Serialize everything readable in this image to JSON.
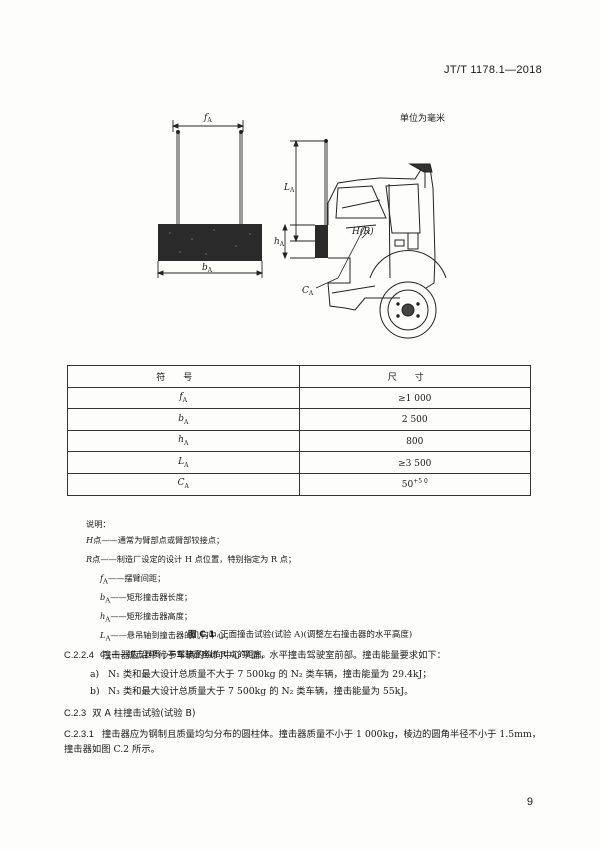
{
  "header": {
    "code": "JT/T 1178.1—2018"
  },
  "figure": {
    "unit_note": "单位为毫米",
    "labels": {
      "f": "f",
      "f_sub": "A",
      "b": "b",
      "b_sub": "A",
      "l": "L",
      "l_sub": "A",
      "h": "h",
      "h_sub": "A",
      "c": "C",
      "c_sub": "A",
      "hr": "H(R)"
    }
  },
  "table": {
    "head": [
      "符号",
      "尺寸"
    ],
    "rows": [
      {
        "sym": "f",
        "sub": "A",
        "val": "≥1 000",
        "sup": ""
      },
      {
        "sym": "b",
        "sub": "A",
        "val": "2 500",
        "sup": ""
      },
      {
        "sym": "h",
        "sub": "A",
        "val": "800",
        "sup": ""
      },
      {
        "sym": "L",
        "sub": "A",
        "val": "≥3 500",
        "sup": ""
      },
      {
        "sym": "C",
        "sub": "A",
        "val": "50",
        "sup": "+5 0"
      }
    ]
  },
  "notes": {
    "title": "说明：",
    "items": [
      {
        "sym": "H",
        "sub": "",
        "text": "点——通常为臂部点或臂部铰接点；",
        "indent": false
      },
      {
        "sym": "R",
        "sub": "",
        "text": "点——制造厂设定的设计 H 点位置，特别指定为 R 点；",
        "indent": false
      },
      {
        "sym": "f",
        "sub": "A",
        "text": "——摆臂间距；",
        "indent": true
      },
      {
        "sym": "b",
        "sub": "A",
        "text": "——矩形撞击器长度；",
        "indent": true
      },
      {
        "sym": "h",
        "sub": "A",
        "text": "——矩形撞击器高度；",
        "indent": true
      },
      {
        "sym": "L",
        "sub": "A",
        "text": "——悬吊轴到撞击器的几何中心；",
        "indent": true
      },
      {
        "sym": "C",
        "sub": "A",
        "text": "——撞击器质心与驾驶员座椅 R 点的距离。",
        "indent": true
      }
    ]
  },
  "caption": {
    "num": "图 C.1",
    "text": "正面撞击试验(试验 A)(调整左右撞击器的水平高度)"
  },
  "clauses": {
    "c224": {
      "num": "C.2.2.4",
      "text": "撞击器应沿平行于车辆的纵向中心平面，水平撞击驾驶室前部。撞击能量要求如下："
    },
    "items": [
      {
        "label": "a)",
        "text": "N₁ 类和最大设计总质量不大于 7 500kg 的 N₂ 类车辆，撞击能量为 29.4kJ；"
      },
      {
        "label": "b)",
        "text": "N₃ 类和最大设计总质量大于 7 500kg 的 N₂ 类车辆，撞击能量为 55kJ。"
      }
    ],
    "c23": {
      "num": "C.2.3",
      "title": "双 A 柱撞击试验(试验 B)"
    },
    "c231": {
      "num": "C.2.3.1",
      "text": "撞击器应为钢制且质量均匀分布的圆柱体。撞击器质量不小于 1 000kg，棱边的圆角半径不小于 1.5mm，撞击器如图 C.2 所示。"
    }
  },
  "page_number": "9"
}
